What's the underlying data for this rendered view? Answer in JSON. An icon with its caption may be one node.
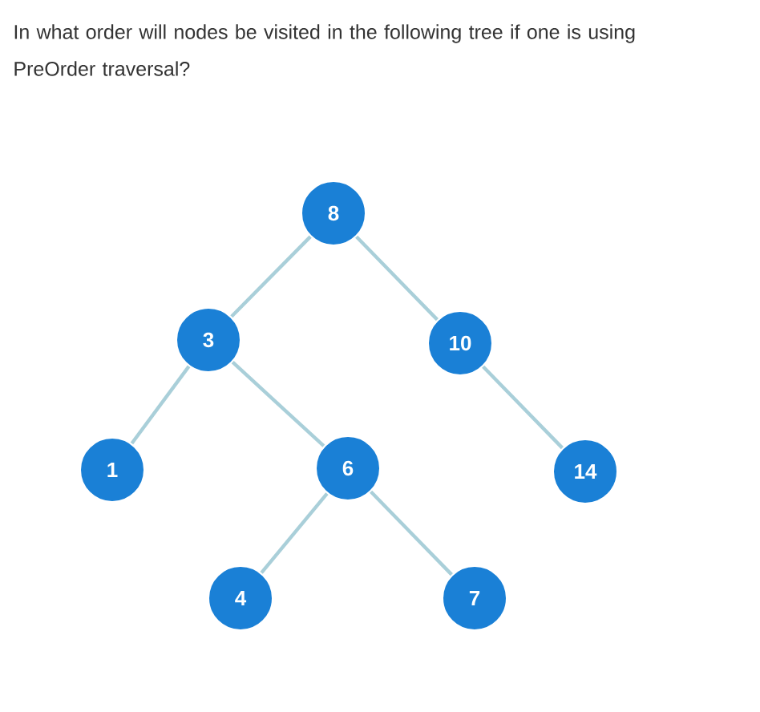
{
  "diagram": {
    "title": "In what order will nodes be visited in the following tree if one is using PreOrder traversal?",
    "nodes": [
      {
        "text": [
          "8"
        ]
      },
      {
        "text": [
          "3"
        ]
      },
      {
        "text": [
          "10"
        ]
      },
      {
        "text": [
          "1"
        ]
      },
      {
        "text": [
          "6"
        ]
      },
      {
        "text": [
          "14"
        ]
      },
      {
        "text": [
          "4"
        ]
      },
      {
        "text": [
          "7"
        ]
      }
    ],
    "edges": [
      {
        "from": 0,
        "to": 1,
        "arrow": "none"
      },
      {
        "from": 0,
        "to": 2,
        "arrow": "none"
      },
      {
        "from": 1,
        "to": 3,
        "arrow": "none"
      },
      {
        "from": 1,
        "to": 4,
        "arrow": "none"
      },
      {
        "from": 2,
        "to": 5,
        "arrow": "none"
      },
      {
        "from": 4,
        "to": 6,
        "arrow": "none"
      },
      {
        "from": 4,
        "to": 7,
        "arrow": "none"
      }
    ]
  }
}
